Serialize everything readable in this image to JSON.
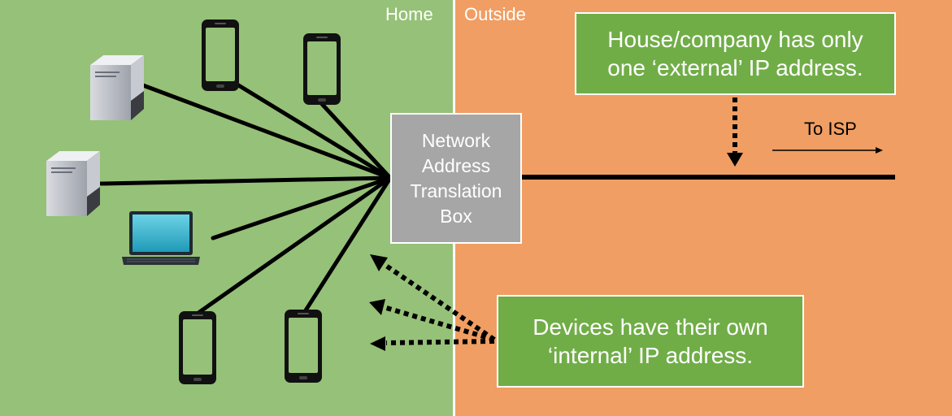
{
  "regions": {
    "home": {
      "label": "Home",
      "color": "#96c178"
    },
    "outside": {
      "label": "Outside",
      "color": "#f09e63"
    }
  },
  "nat_box": {
    "label": "Network\nAddress\nTranslation\nBox",
    "color": "#a6a6a6"
  },
  "callouts": {
    "external": {
      "text": "House/company has only\none ‘external’ IP address.",
      "color": "#70ad47"
    },
    "internal": {
      "text": "Devices have their own\n‘internal’ IP address.",
      "color": "#70ad47"
    }
  },
  "isp": {
    "label": "To ISP"
  },
  "devices": [
    {
      "name": "server-icon",
      "kind": "server"
    },
    {
      "name": "server-icon",
      "kind": "server"
    },
    {
      "name": "phone-icon",
      "kind": "phone"
    },
    {
      "name": "phone-icon",
      "kind": "phone"
    },
    {
      "name": "laptop-icon",
      "kind": "laptop"
    },
    {
      "name": "phone-icon",
      "kind": "phone"
    },
    {
      "name": "phone-icon",
      "kind": "phone"
    }
  ]
}
